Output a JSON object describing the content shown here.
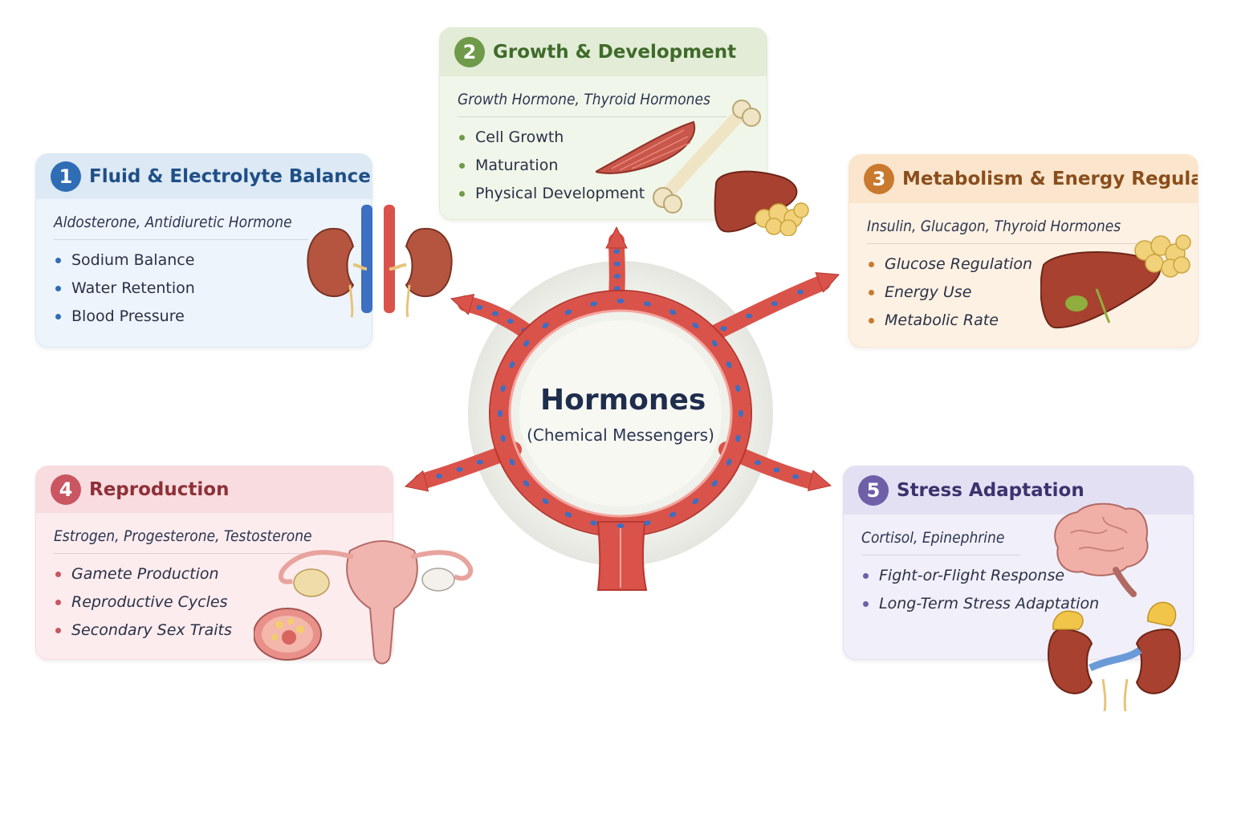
{
  "center": {
    "title": "Hormones",
    "subtitle": "(Chemical Messengers)"
  },
  "colors": {
    "vessel": "#d9534a",
    "vessel_dark": "#b8372f",
    "vessel_dots": "#3d6fc2"
  },
  "cards": [
    {
      "number": "1",
      "title": "Fluid & Electrolyte Balance",
      "hormones": "Aldosterone, Antidiuretic Hormone",
      "items": [
        "Sodium Balance",
        "Water Retention",
        "Blood Pressure"
      ],
      "accent": "#2f6db5",
      "header_bg": "#dde9f5",
      "body_bg": "#edf4fb",
      "title_color": "#1f4f86",
      "illustration": "kidneys-icon"
    },
    {
      "number": "2",
      "title": "Growth & Development",
      "hormones": "Growth Hormone, Thyroid Hormones",
      "items": [
        "Cell Growth",
        "Maturation",
        "Physical Development"
      ],
      "accent": "#6f9a4a",
      "header_bg": "#e2ecd6",
      "body_bg": "#f1f6ea",
      "title_color": "#3f6b2a",
      "illustration": "muscle-bone-liver-icon"
    },
    {
      "number": "3",
      "title": "Metabolism & Energy Regulation",
      "hormones": "Insulin, Glucagon, Thyroid Hormones",
      "items": [
        "Glucose Regulation",
        "Energy Use",
        "Metabolic Rate"
      ],
      "accent": "#c97a2e",
      "header_bg": "#fbe6cd",
      "body_bg": "#fdf1e3",
      "title_color": "#8a4e1c",
      "illustration": "liver-pancreas-icon"
    },
    {
      "number": "4",
      "title": "Reproduction",
      "hormones": "Estrogen, Progesterone, Testosterone",
      "items": [
        "Gamete Production",
        "Reproductive Cycles",
        "Secondary Sex Traits"
      ],
      "accent": "#c95660",
      "header_bg": "#f8dcdf",
      "body_bg": "#fcecee",
      "title_color": "#8e3038",
      "illustration": "uterus-ovaries-icon"
    },
    {
      "number": "5",
      "title": "Stress Adaptation",
      "hormones": "Cortisol, Epinephrine",
      "items": [
        "Fight-or-Flight Response",
        "Long-Term Stress Adaptation"
      ],
      "accent": "#6f5fa8",
      "header_bg": "#e4e0f3",
      "body_bg": "#f1eff9",
      "title_color": "#3b336e",
      "illustration": "brain-adrenal-icon"
    }
  ]
}
